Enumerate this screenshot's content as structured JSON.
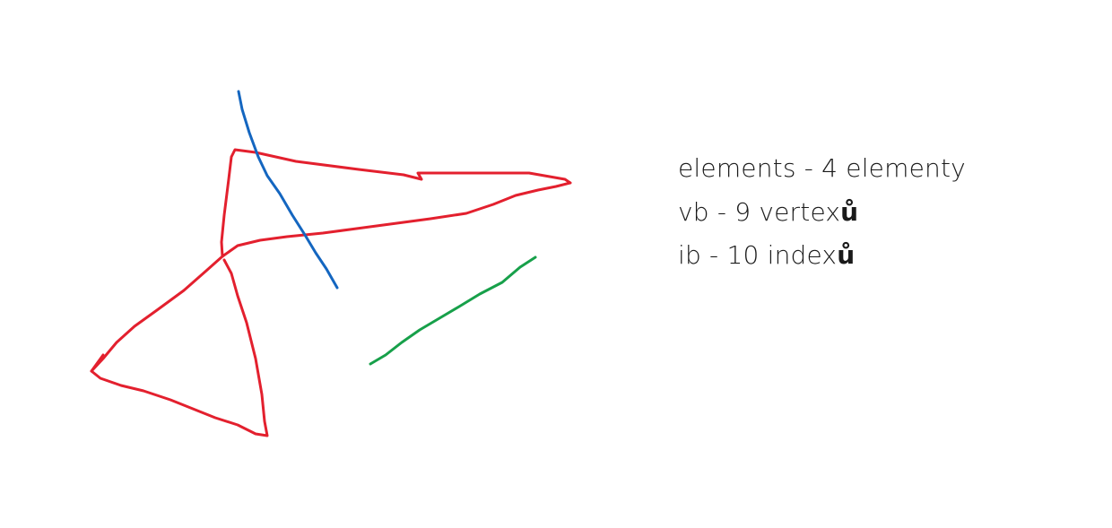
{
  "strokes": [
    {
      "name": "red-stroke",
      "color": "#e3202e"
    },
    {
      "name": "blue-stroke",
      "color": "#1466c0"
    },
    {
      "name": "green-stroke",
      "color": "#17a04a"
    }
  ],
  "notes": [
    {
      "text": "elements - 4 elementy",
      "suffix": ""
    },
    {
      "text": "vb - 9 vertex",
      "suffix": "ů"
    },
    {
      "text": "ib - 10 index",
      "suffix": "ů"
    }
  ]
}
